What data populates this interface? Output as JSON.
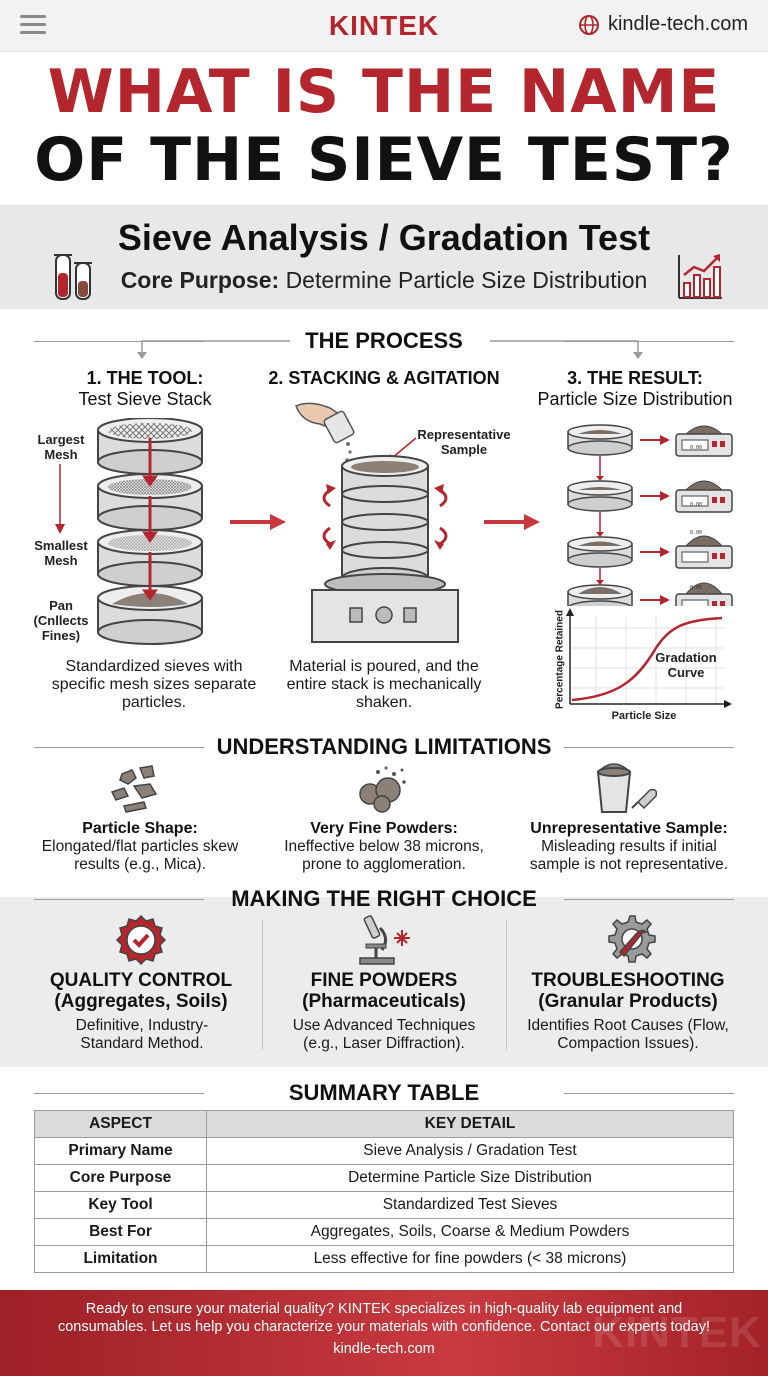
{
  "header": {
    "brand": "KINTEK",
    "site": "kindle-tech.com",
    "menu_icon": "hamburger-icon",
    "globe_icon": "globe-icon"
  },
  "headline": {
    "line1": "WHAT IS THE NAME",
    "line2": "OF THE SIEVE TEST?"
  },
  "summary_band": {
    "title": "Sieve Analysis / Gradation Test",
    "purpose_label": "Core Purpose:",
    "purpose_text": "Determine Particle Size Distribution"
  },
  "process": {
    "heading": "THE PROCESS",
    "steps": [
      {
        "title": "1. THE TOOL:",
        "subtitle": "Test Sieve Stack",
        "labels": [
          "Largest Mesh",
          "Smallest Mesh",
          "Pan (Cnllects Fines)"
        ],
        "description": "Standardized sieves with specific mesh sizes separate particles."
      },
      {
        "title": "2. STACKING & AGITATION",
        "subtitle": "",
        "labels": [
          "Representative Sample"
        ],
        "description": "Material is poured, and the entire stack is mechanically shaken."
      },
      {
        "title": "3. THE RESULT:",
        "subtitle": "Particle Size Distribution",
        "labels": [
          "Gradation Curve",
          "Percentage Retained",
          "Particle Size"
        ],
        "description": ""
      }
    ],
    "scale_readouts": [
      "0.00",
      "0.00",
      "0.00",
      "0.00"
    ]
  },
  "limitations": {
    "heading": "UNDERSTANDING LIMITATIONS",
    "items": [
      {
        "title": "Particle Shape:",
        "text": "Elongated/flat particles skew results (e.g., Mica).",
        "icon": "rocks-icon"
      },
      {
        "title": "Very Fine Powders:",
        "text": "Ineffective below 38 microns, prone to agglomeration.",
        "icon": "powder-clump-icon"
      },
      {
        "title": "Unrepresentative Sample:",
        "text": "Misleading results if initial sample is not representative.",
        "icon": "bucket-scoop-icon"
      }
    ]
  },
  "choice": {
    "heading": "MAKING THE RIGHT CHOICE",
    "items": [
      {
        "title1": "QUALITY CONTROL",
        "title2": "(Aggregates, Soils)",
        "text": "Definitive, Industry-Standard Method.",
        "icon": "check-badge-icon"
      },
      {
        "title1": "FINE POWDERS",
        "title2": "(Pharmaceuticals)",
        "text": "Use Advanced Techniques (e.g., Laser Diffraction).",
        "icon": "microscope-icon"
      },
      {
        "title1": "TROUBLESHOOTING",
        "title2": "(Granular Products)",
        "text": "Identifies Root Causes (Flow, Compaction Issues).",
        "icon": "gear-wrench-icon"
      }
    ]
  },
  "table": {
    "heading": "SUMMARY TABLE",
    "headers": [
      "ASPECT",
      "KEY DETAIL"
    ],
    "rows": [
      [
        "Primary Name",
        "Sieve Analysis / Gradation Test"
      ],
      [
        "Core Purpose",
        "Determine Particle Size Distribution"
      ],
      [
        "Key Tool",
        "Standardized Test Sieves"
      ],
      [
        "Best For",
        "Aggregates, Soils, Coarse & Medium Powders"
      ],
      [
        "Limitation",
        "Less effective for fine powders (< 38 microns)"
      ]
    ]
  },
  "footer": {
    "line1": "Ready to ensure your material quality? KINTEK specializes in high-quality lab equipment and",
    "line2": "consumables. Let us help you characterize your materials with confidence. Contact our experts today!",
    "url": "kindle-tech.com",
    "watermark": "KINTEK"
  },
  "colors": {
    "accent": "#b3262d",
    "band": "#e8e8e8"
  }
}
